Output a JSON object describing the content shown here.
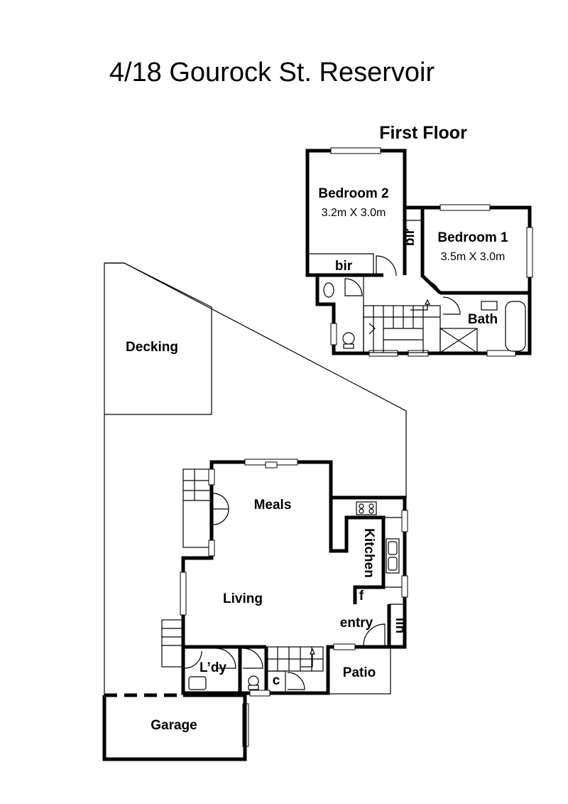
{
  "title": "4/18 Gourock St.  Reservoir",
  "first_floor": {
    "title": "First Floor",
    "bedroom2": {
      "name": "Bedroom 2",
      "size": "3.2m X 3.0m"
    },
    "bedroom1": {
      "name": "Bedroom 1",
      "size": "3.5m X 3.0m"
    },
    "bir_upper_1": "bir",
    "bir_upper_2": "bir",
    "bath": "Bath"
  },
  "ground_floor": {
    "decking": "Decking",
    "meals": "Meals",
    "kitchen": "Kitchen",
    "fridge": "f",
    "living": "Living",
    "entry": "entry",
    "linen": "lin",
    "laundry": "L’dy",
    "cupboard": "c",
    "patio": "Patio",
    "garage": "Garage"
  }
}
